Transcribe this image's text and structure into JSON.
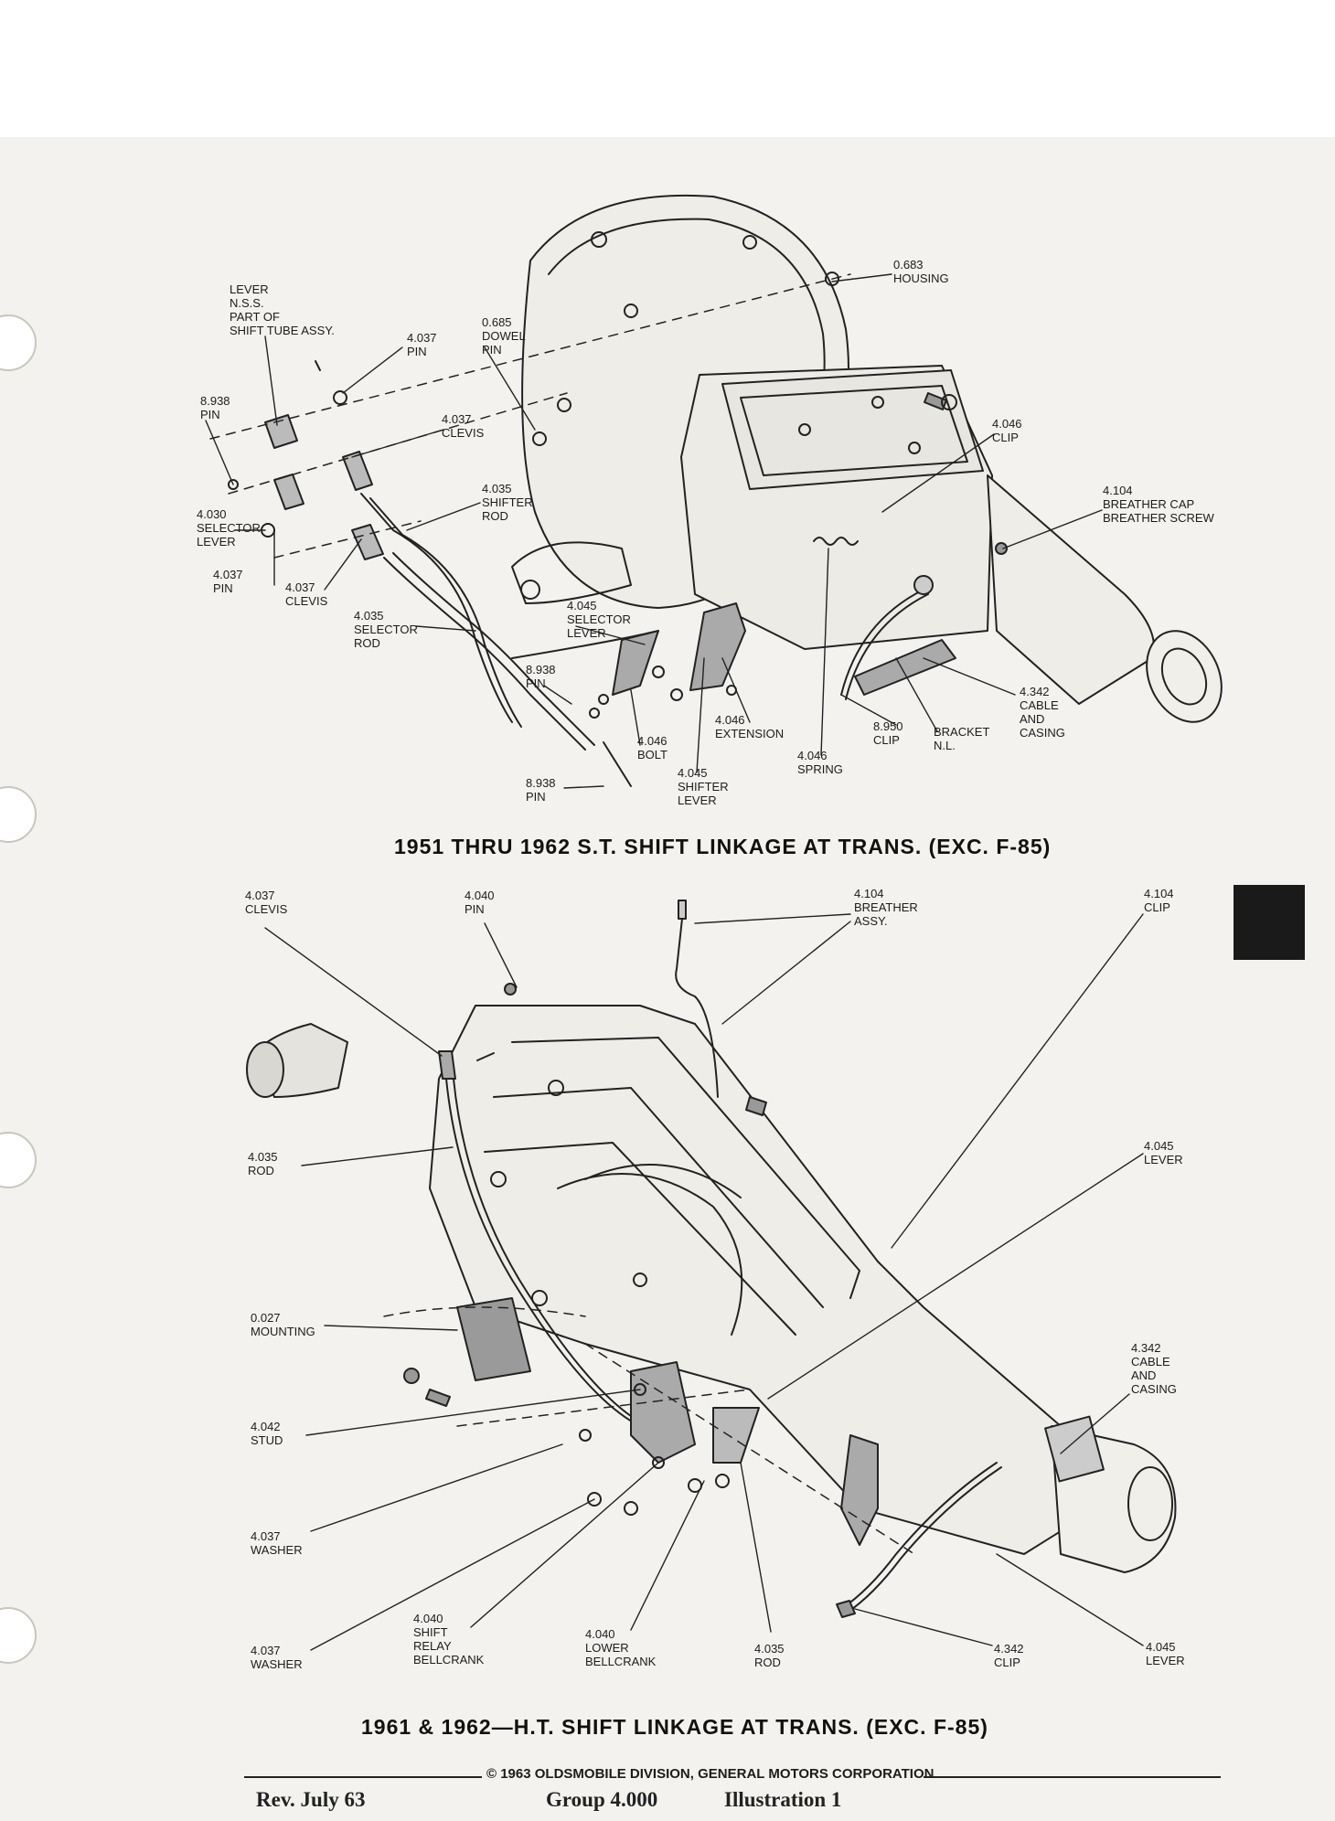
{
  "diagram1": {
    "caption": "1951 THRU 1962 S.T. SHIFT LINKAGE AT TRANS. (EXC. F-85)",
    "labels": [
      [
        "0.683",
        "HOUSING"
      ],
      [
        "LEVER",
        "N.S.S.",
        "PART OF",
        "SHIFT TUBE ASSY."
      ],
      [
        "0.685",
        "DOWEL",
        "PIN"
      ],
      [
        "4.037",
        "PIN"
      ],
      [
        "8.938",
        "PIN"
      ],
      [
        "4.037",
        "CLEVIS"
      ],
      [
        "4.046",
        "CLIP"
      ],
      [
        "4.035",
        "SHIFTER",
        "ROD"
      ],
      [
        "4.104",
        "BREATHER CAP",
        "BREATHER SCREW"
      ],
      [
        "4.030",
        "SELECTOR",
        "LEVER"
      ],
      [
        "4.037",
        "PIN"
      ],
      [
        "4.037",
        "CLEVIS"
      ],
      [
        "4.045",
        "SELECTOR",
        "LEVER"
      ],
      [
        "4.035",
        "SELECTOR",
        "ROD"
      ],
      [
        "8.938",
        "PIN"
      ],
      [
        "4.342",
        "CABLE",
        "AND",
        "CASING"
      ],
      [
        "4.046",
        "EXTENSION"
      ],
      [
        "8.950",
        "CLIP"
      ],
      [
        "BRACKET",
        "N.L."
      ],
      [
        "4.046",
        "BOLT"
      ],
      [
        "4.046",
        "SPRING"
      ],
      [
        "4.045",
        "SHIFTER",
        "LEVER"
      ],
      [
        "8.938",
        "PIN"
      ]
    ]
  },
  "diagram2": {
    "caption": "1961 & 1962—H.T. SHIFT LINKAGE AT TRANS. (EXC. F-85)",
    "labels": [
      [
        "4.037",
        "CLEVIS"
      ],
      [
        "4.040",
        "PIN"
      ],
      [
        "4.104",
        "BREATHER",
        "ASSY."
      ],
      [
        "4.104",
        "CLIP"
      ],
      [
        "4.035",
        "ROD"
      ],
      [
        "4.045",
        "LEVER"
      ],
      [
        "0.027",
        "MOUNTING"
      ],
      [
        "4.342",
        "CABLE",
        "AND",
        "CASING"
      ],
      [
        "4.042",
        "STUD"
      ],
      [
        "4.037",
        "WASHER"
      ],
      [
        "4.040",
        "SHIFT",
        "RELAY",
        "BELLCRANK"
      ],
      [
        "4.037",
        "WASHER"
      ],
      [
        "4.040",
        "LOWER",
        "BELLCRANK"
      ],
      [
        "4.035",
        "ROD"
      ],
      [
        "4.342",
        "CLIP"
      ],
      [
        "4.045",
        "LEVER"
      ]
    ]
  },
  "footer": {
    "copyright": "© 1963 OLDSMOBILE DIVISION, GENERAL MOTORS CORPORATION",
    "revision": "Rev. July 63",
    "group": "Group 4.000",
    "illustration": "Illustration 1"
  },
  "colors": {
    "ink": "#1c1c1c",
    "paper": "#f3f2ee",
    "shade": "#9a9a9a"
  }
}
